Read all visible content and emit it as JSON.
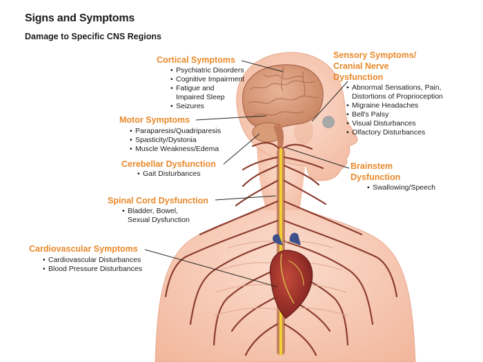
{
  "title": "Signs and Symptoms",
  "subtitle": "Damage to Specific CNS Regions",
  "groups": {
    "cortical": {
      "heading": "Cortical Symptoms",
      "items": [
        "Psychiatric Disorders",
        "Cognitive Impairment",
        "Fatigue and",
        "Impaired Sleep",
        "Seizures"
      ]
    },
    "motor": {
      "heading": "Motor Symptoms",
      "items": [
        "Paraparesis/Quadriparesis",
        "Spasticity/Dystonia",
        "Muscle Weakness/Edema"
      ]
    },
    "cerebellar": {
      "heading": "Cerebellar Dysfunction",
      "items": [
        "Gait Disturbances"
      ]
    },
    "spinal": {
      "heading": "Spinal Cord Dysfunction",
      "items": [
        "Bladder, Bowel,",
        "Sexual Dysfunction"
      ]
    },
    "cardio": {
      "heading": "Cardiovascular Symptoms",
      "items": [
        "Cardiovascular Disturbances",
        "Blood Pressure Disturbances"
      ]
    },
    "sensory": {
      "heading_lines": [
        "Sensory Symptoms/",
        "Cranial Nerve",
        "Dysfunction"
      ],
      "items": [
        "Abnormal Sensations, Pain,",
        "Distortions of Proprioception",
        "Migraine Headaches",
        "Bell's Palsy",
        "Visual Disturbances",
        "Olfactory Disturbances"
      ]
    },
    "brainstem": {
      "heading_lines": [
        "Brainstem",
        "Dysfunction"
      ],
      "items": [
        "Swallowing/Speech"
      ]
    }
  },
  "colors": {
    "heading": "#e8892a",
    "skin": "#f6c9b4",
    "skin_edge": "#e3a58c",
    "nerve": "#8a3b2c",
    "spine": "#f2d033",
    "brain": "#d69a7a",
    "heart": "#9b2a2a",
    "eye": "#a8a8a8"
  }
}
